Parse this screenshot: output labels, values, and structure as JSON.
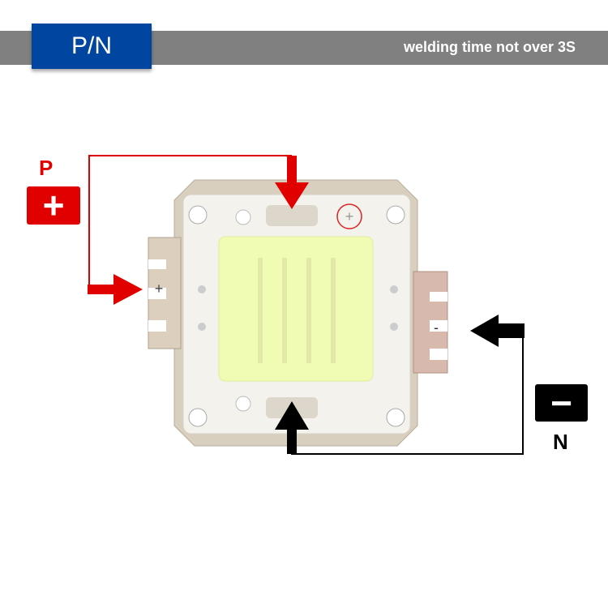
{
  "header": {
    "badge": "P/N",
    "note": "welding time not over 3S"
  },
  "positive": {
    "label": "P",
    "symbol": "+",
    "color": "#e00000"
  },
  "negative": {
    "label": "N",
    "symbol": "−",
    "color": "#000000"
  },
  "chip": {
    "plus_mark": "+",
    "minus_mark": "-"
  }
}
